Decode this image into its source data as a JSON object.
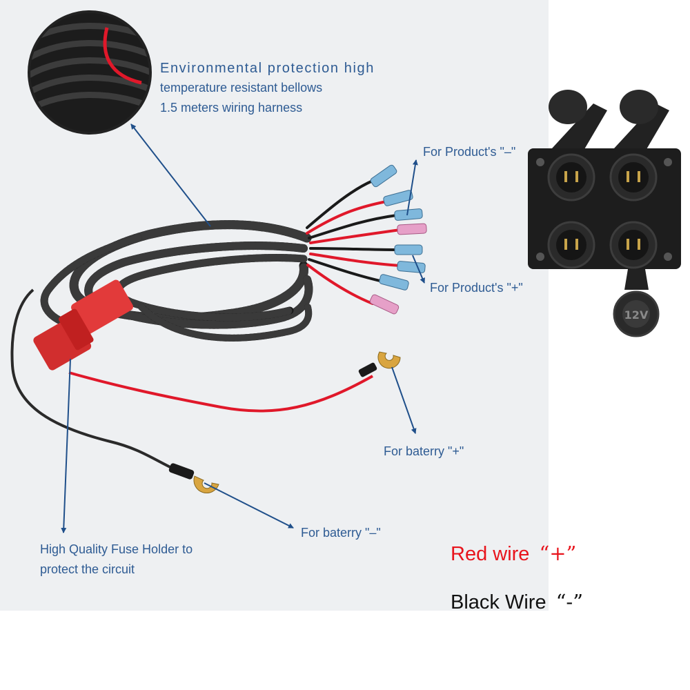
{
  "labels": {
    "harness_line1": "Environmental protection high",
    "harness_line2": "temperature resistant bellows",
    "harness_line3": "1.5 meters wiring harness",
    "product_negative": "For Product's \"–\"",
    "product_positive": "For Product's \"+\"",
    "battery_positive": "For baterry \"+\"",
    "battery_negative": "For baterry \"–\"",
    "fuse_line1": "High Quality Fuse Holder to",
    "fuse_line2": "protect the circuit"
  },
  "legend": {
    "red_label": "Red wire",
    "red_symbol": "“+”",
    "black_label": "Black Wire",
    "black_symbol": "“-”"
  },
  "panel": {
    "socket_label": "12V"
  },
  "colors": {
    "annotation_text": "#2e5b93",
    "red_wire": "#e0182a",
    "black_wire": "#1a1a1a",
    "legend_red": "#e8141c",
    "fuse_holder": "#e23a3a"
  }
}
